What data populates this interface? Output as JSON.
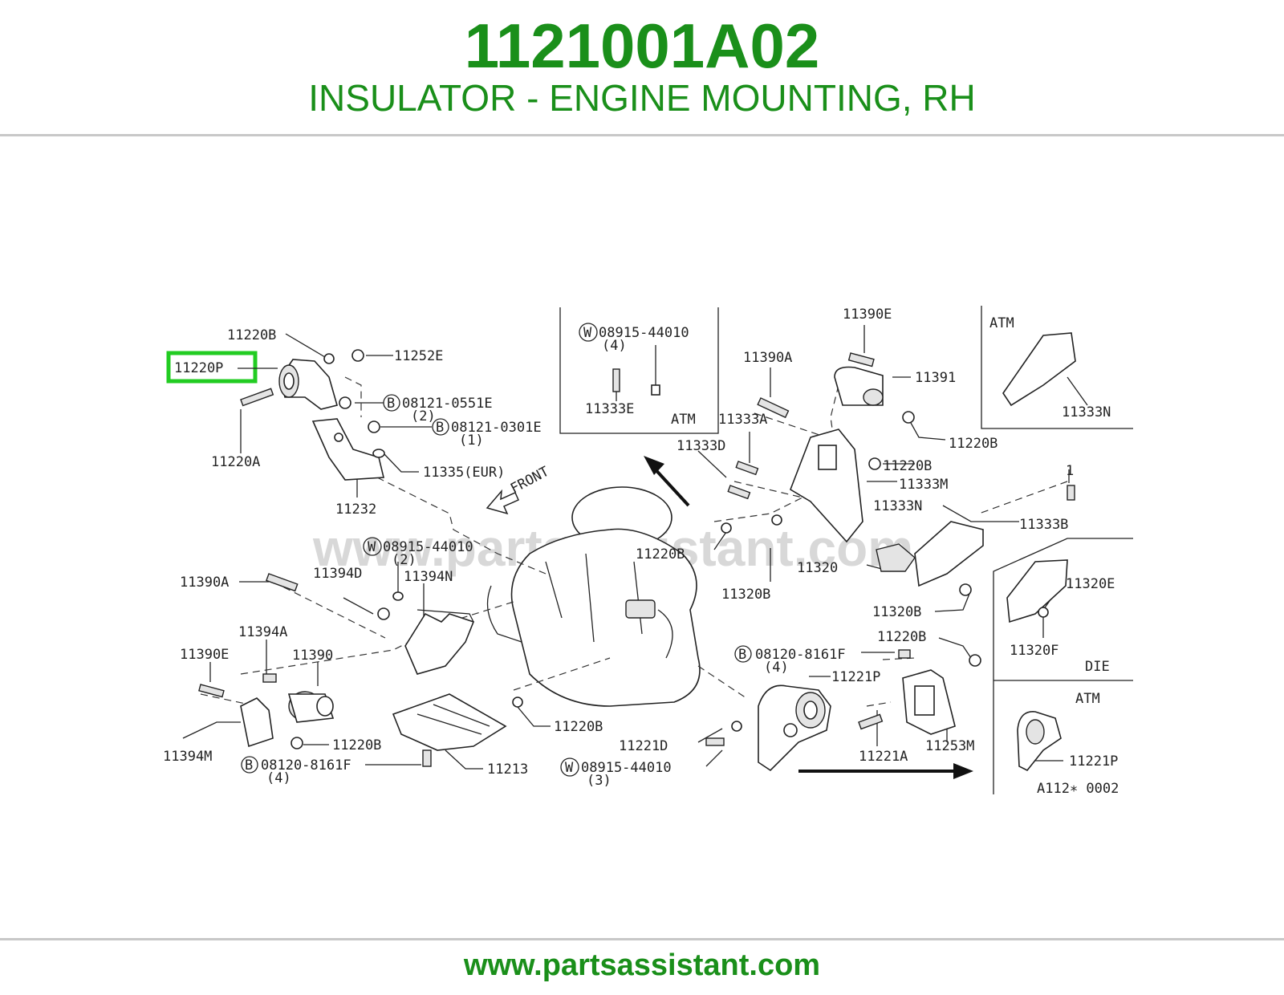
{
  "header": {
    "part_number": "1121001A02",
    "part_name": "INSULATOR - ENGINE MOUNTING, RH"
  },
  "footer": {
    "website": "www.partsassistant.com"
  },
  "diagram": {
    "watermark": "www.partsassistant.com",
    "highlighted_label": "11220P",
    "highlight_color": "#22cc22",
    "drawing_number": "A112∗ 0002",
    "front_label": "FRONT",
    "inset_labels": {
      "atm_top": "ATM",
      "atm_box": "ATM",
      "atm_mount": "ATM",
      "die": "DIE"
    },
    "labels": {
      "l_11220b_a": "11220B",
      "l_11252e": "11252E",
      "l_08121_0551e": "08121-0551E",
      "l_08121_0551e_qty": "(2)",
      "l_08121_0301e": "08121-0301E",
      "l_08121_0301e_qty": "(1)",
      "l_11220a": "11220A",
      "l_11335": "11335(EUR)",
      "l_11232": "11232",
      "l_08915_a": "08915-44010",
      "l_08915_a_qty": "(4)",
      "l_11333e": "11333E",
      "l_11390e_a": "11390E",
      "l_11390a_a": "11390A",
      "l_11391": "11391",
      "l_11333n_a": "11333N",
      "l_11220b_b": "11220B",
      "l_11333a": "11333A",
      "l_11333d": "11333D",
      "l_11220b_c": "11220B",
      "l_11333m": "11333M",
      "l_11333n_b": "11333N",
      "l_1": "1",
      "l_11333b": "11333B",
      "l_11220b_d": "11220B",
      "l_11320": "11320",
      "l_11320b_a": "11320B",
      "l_11320e": "11320E",
      "l_11320b_b": "11320B",
      "l_11320f": "11320F",
      "l_08915_b": "08915-44010",
      "l_08915_b_qty": "(2)",
      "l_11390a_b": "11390A",
      "l_11394d": "11394D",
      "l_11394n": "11394N",
      "l_11394a": "11394A",
      "l_11390e_b": "11390E",
      "l_11390": "11390",
      "l_11220b_e": "11220B",
      "l_08120_a": "08120-8161F",
      "l_08120_a_qty": "(4)",
      "l_11221p_a": "11221P",
      "l_11220b_f": "11220B",
      "l_11394m": "11394M",
      "l_11220b_g": "11220B",
      "l_08120_b": "08120-8161F",
      "l_08120_b_qty": "(4)",
      "l_11213": "11213",
      "l_11221d": "11221D",
      "l_08915_c": "08915-44010",
      "l_08915_c_qty": "(3)",
      "l_11221a": "11221A",
      "l_11253m": "11253M",
      "l_11221p_b": "11221P",
      "badge_w": "W",
      "badge_b": "B"
    }
  }
}
